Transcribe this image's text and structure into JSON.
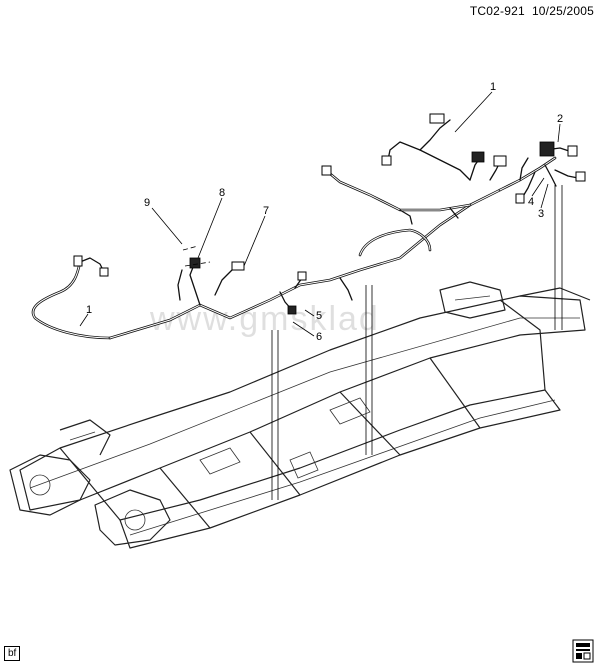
{
  "header": {
    "diagram_id": "TC02-921",
    "date": "10/25/2005"
  },
  "corner_tag": "bf",
  "watermark": "www.gmsklad",
  "callouts": [
    {
      "id": "c1a",
      "label": "1"
    },
    {
      "id": "c1b",
      "label": "1"
    },
    {
      "id": "c2",
      "label": "2"
    },
    {
      "id": "c3",
      "label": "3"
    },
    {
      "id": "c4",
      "label": "4"
    },
    {
      "id": "c5",
      "label": "5"
    },
    {
      "id": "c6",
      "label": "6"
    },
    {
      "id": "c7",
      "label": "7"
    },
    {
      "id": "c8",
      "label": "8"
    },
    {
      "id": "c9",
      "label": "9"
    }
  ],
  "icons": {
    "corner_logo": "document-stack-icon"
  }
}
